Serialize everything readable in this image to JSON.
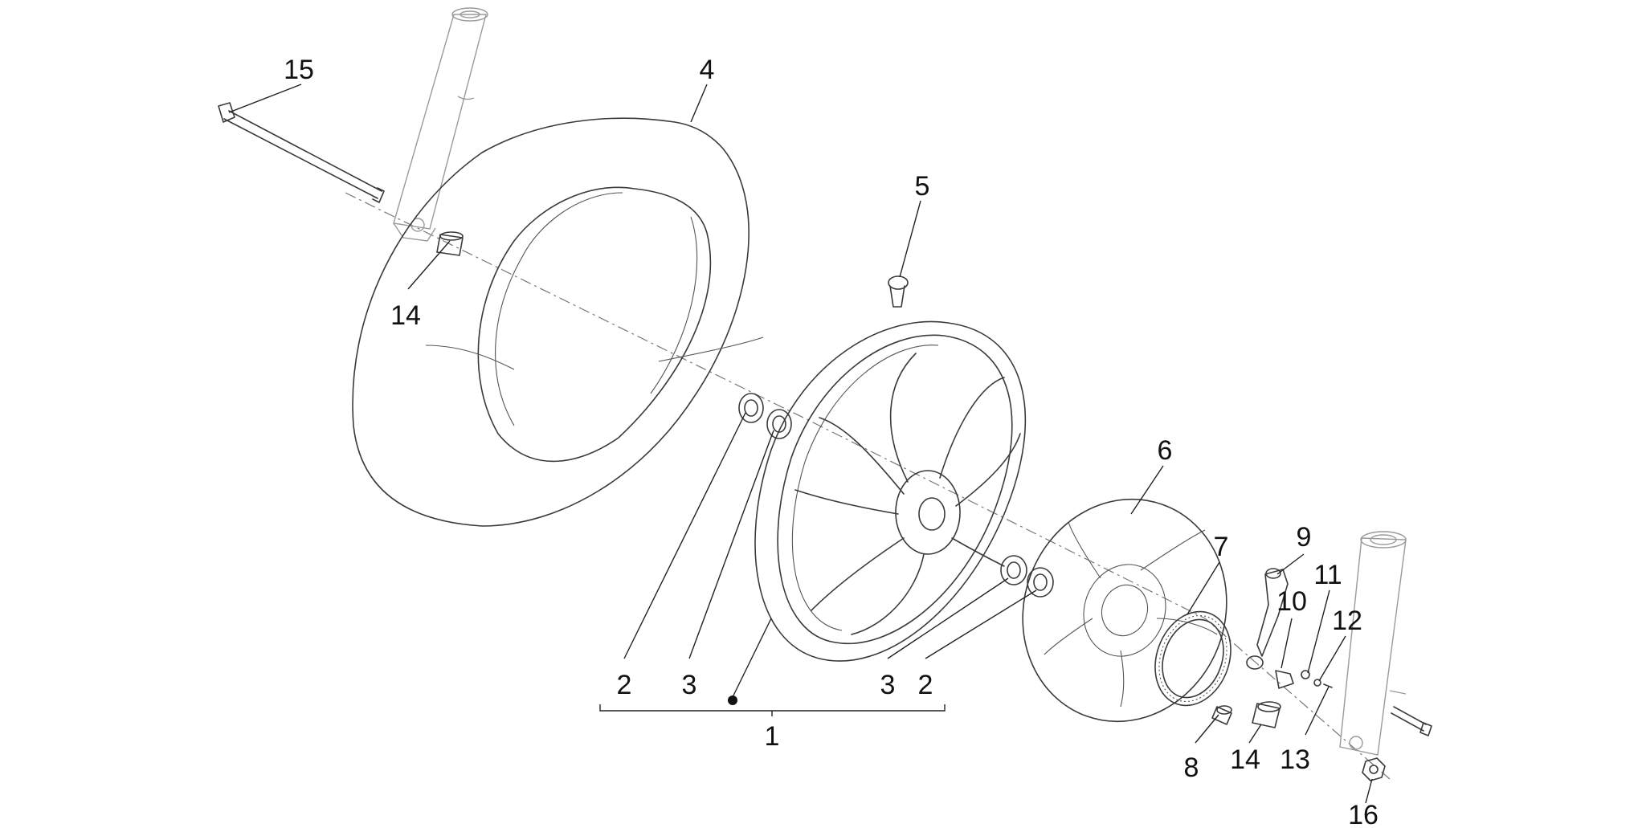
{
  "callouts": {
    "c15": "15",
    "c4": "4",
    "c5": "5",
    "c14a": "14",
    "c6": "6",
    "c7": "7",
    "c9": "9",
    "c11": "11",
    "c10": "10",
    "c12": "12",
    "c2a": "2",
    "c3a": "3",
    "c3b": "3",
    "c2b": "2",
    "c1": "1",
    "c8": "8",
    "c14b": "14",
    "c13": "13",
    "c16": "16"
  },
  "colors": {
    "line": "#3a3a3a",
    "light_line": "#9a9a9a",
    "text": "#111111",
    "background": "#ffffff"
  }
}
